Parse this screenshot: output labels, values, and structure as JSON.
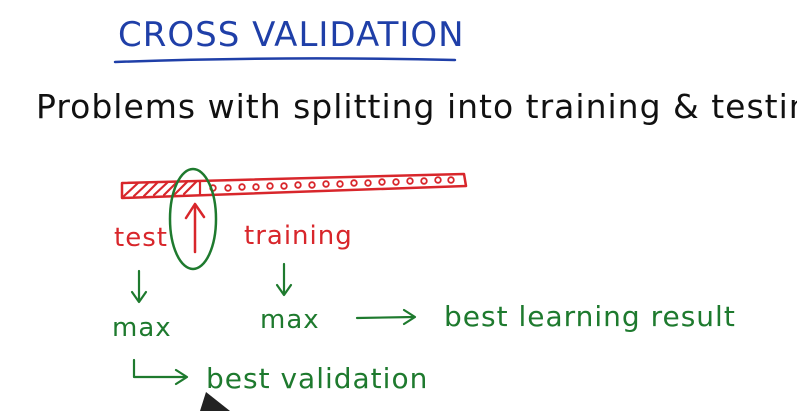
{
  "title": "CROSS VALIDATION",
  "subtitle": "Problems with splitting into training & testing data",
  "labels": {
    "test": "test",
    "training": "training",
    "max_left": "max",
    "max_right": "max",
    "best_learning_result": "best learning result",
    "best_validation": "best validation"
  },
  "colors": {
    "title_blue": "#1f3fa8",
    "ink_black": "#111111",
    "ink_red": "#d8262b",
    "ink_green": "#1e7a2e"
  }
}
